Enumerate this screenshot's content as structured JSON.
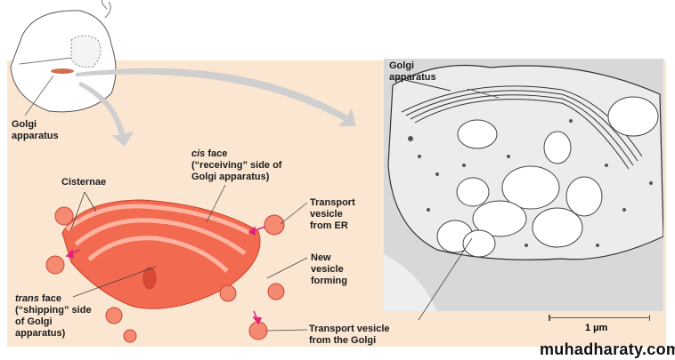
{
  "figure": {
    "cell_label": "Golgi\napparatus",
    "cis_face_italic": "cis",
    "cis_face_rest": " face\n(“receiving” side of\nGolgi apparatus)",
    "cisternae": "Cisternae",
    "transport_from_er": "Transport\nvesicle\nfrom ER",
    "new_vesicle": "New\nvesicle\nforming",
    "trans_face_italic": "trans",
    "trans_face_rest": " face\n(“shipping” side\nof Golgi\napparatus)",
    "transport_from_golgi": "Transport vesicle\nfrom the Golgi",
    "micro_label": "Golgi\napparatus",
    "scale": "1 µm"
  },
  "watermark": "muhadharaty.com",
  "colors": {
    "panel": "#fbe6d1",
    "golgi": "#f26a4f",
    "arrow": "#cfcfcf",
    "magenta": "#e0237a"
  }
}
